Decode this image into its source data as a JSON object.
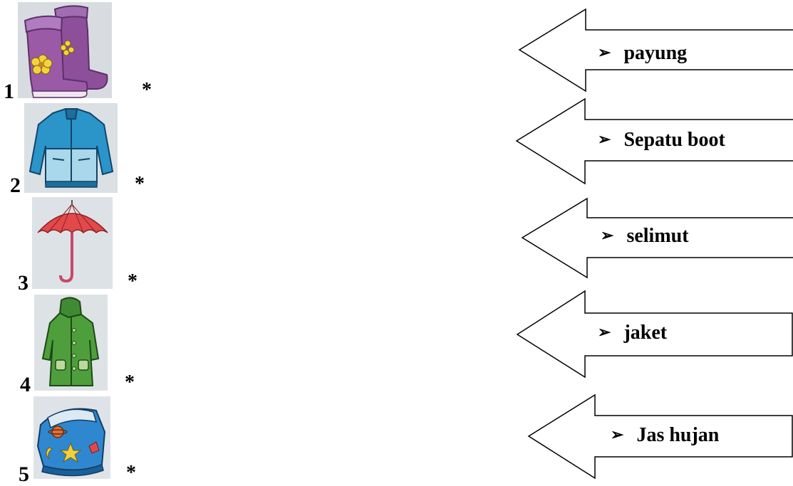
{
  "items": [
    {
      "number": "1",
      "marker": "*",
      "icon": "rain-boots-icon"
    },
    {
      "number": "2",
      "marker": "*",
      "icon": "jacket-icon"
    },
    {
      "number": "3",
      "marker": "*",
      "icon": "umbrella-icon"
    },
    {
      "number": "4",
      "marker": "*",
      "icon": "raincoat-icon"
    },
    {
      "number": "5",
      "marker": "*",
      "icon": "blanket-icon"
    }
  ],
  "answers": [
    {
      "bullet": "➢",
      "text": "payung"
    },
    {
      "bullet": "➢",
      "text": "Sepatu boot"
    },
    {
      "bullet": "➢",
      "text": "selimut"
    },
    {
      "bullet": "➢",
      "text": "jaket"
    },
    {
      "bullet": "➢",
      "text": "Jas hujan"
    }
  ],
  "colors": {
    "boots": "#9b5aa6",
    "jacket": "#2b94c9",
    "umbrella": "#e2494b",
    "raincoat": "#4f9e3c",
    "blanket": "#2f88cf"
  }
}
